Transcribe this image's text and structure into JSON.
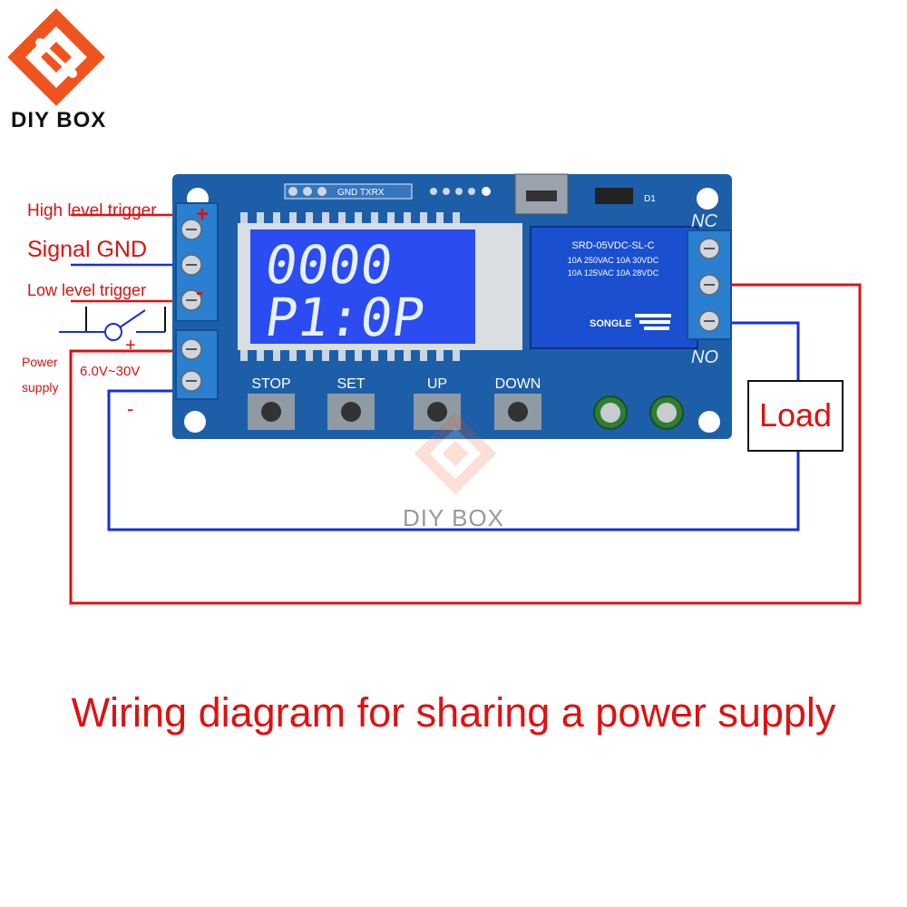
{
  "brand": {
    "name": "DIY BOX",
    "watermark": "DIY BOX"
  },
  "labels": {
    "high_level_trigger": "High level trigger",
    "signal_gnd": "Signal GND",
    "low_level_trigger": "Low level trigger",
    "power_supply_line1": "Power",
    "power_supply_line2": "supply",
    "voltage_range": "6.0V~30V",
    "plus": "+",
    "minus": "-",
    "nc": "NC",
    "no": "NO",
    "load": "Load"
  },
  "board": {
    "header_label": "GND TXRX",
    "lcd_line1": "0000",
    "lcd_line2": "P1:0P",
    "d1_label": "D1",
    "relay_line1": "SRD-05VDC-SL-C",
    "relay_line2": "10A 250VAC  10A 30VDC",
    "relay_line3": "10A 125VAC  10A 28VDC",
    "relay_brand": "SONGLE",
    "buttons": [
      "STOP",
      "SET",
      "UP",
      "DOWN"
    ]
  },
  "caption": "Wiring diagram for sharing a power supply",
  "colors": {
    "red": "#e01010",
    "blue": "#1a2fd6",
    "board": "#1d5ea8",
    "lcd": "#2a4cf0",
    "terminal": "#2a7fd0"
  }
}
